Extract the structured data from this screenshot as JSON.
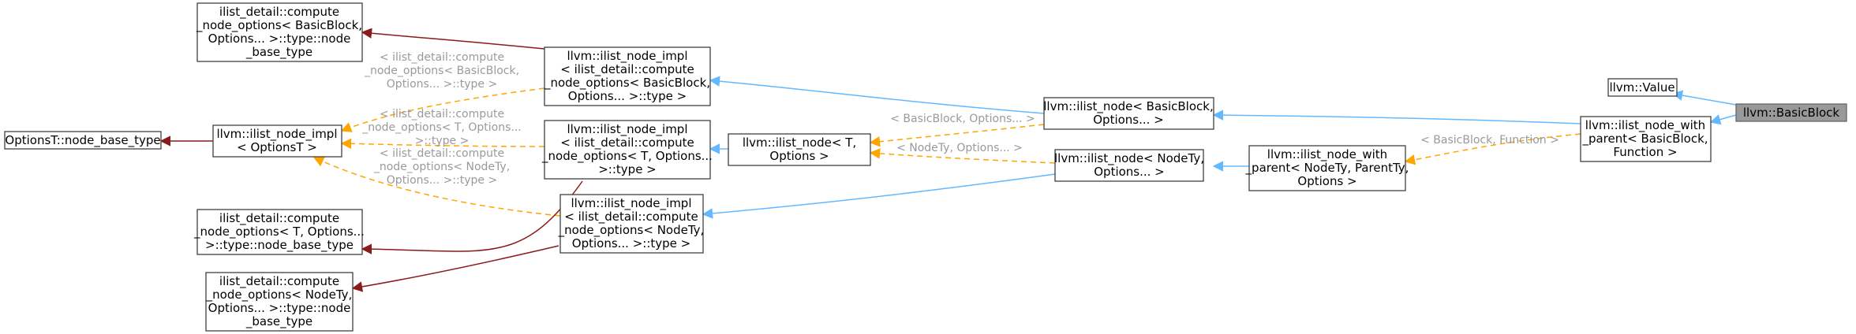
{
  "nodes": {
    "basic_block": [
      "llvm::BasicBlock"
    ],
    "value": [
      "llvm::Value"
    ],
    "with_parent_bb": [
      "llvm::ilist_node_with",
      "_parent< BasicBlock,",
      "Function >"
    ],
    "ilist_node_bb": [
      "llvm::ilist_node< BasicBlock,",
      "Options... >"
    ],
    "with_parent_generic": [
      "llvm::ilist_node_with",
      "_parent< NodeTy, ParentTy,",
      "Options >"
    ],
    "ilist_node_nodety": [
      "llvm::ilist_node< NodeTy,",
      "Options... >"
    ],
    "ilist_node_t": [
      "llvm::ilist_node< T,",
      "Options >"
    ],
    "impl_bb": [
      "llvm::ilist_node_impl",
      "< ilist_detail::compute",
      "_node_options< BasicBlock,",
      "Options... >::type >"
    ],
    "impl_t": [
      "llvm::ilist_node_impl",
      "< ilist_detail::compute",
      "_node_options< T, Options...",
      ">::type >"
    ],
    "impl_nodety": [
      "llvm::ilist_node_impl",
      "< ilist_detail::compute",
      "_node_options< NodeTy,",
      "Options... >::type >"
    ],
    "impl_optionsT": [
      "llvm::ilist_node_impl",
      "< OptionsT >"
    ],
    "optionsT_base": [
      "OptionsT::node_base_type"
    ],
    "detail_bb_base": [
      "ilist_detail::compute",
      "_node_options< BasicBlock,",
      "Options... >::type::node",
      "_base_type"
    ],
    "detail_t_base": [
      "ilist_detail::compute",
      "_node_options< T, Options...",
      ">::type::node_base_type"
    ],
    "detail_nodety_base": [
      "ilist_detail::compute",
      "_node_options< NodeTy,",
      "Options... >::type::node",
      "_base_type"
    ]
  },
  "edge_labels": {
    "bb_function": [
      "< BasicBlock, Function >"
    ],
    "bb_options": [
      "< BasicBlock, Options... >"
    ],
    "nodety_options": [
      "< NodeTy, Options... >"
    ],
    "impl_bb_label": [
      "< ilist_detail::compute",
      "_node_options< BasicBlock,",
      "Options... >::type >"
    ],
    "impl_t_label": [
      "< ilist_detail::compute",
      "_node_options< T, Options...",
      ">::type >"
    ],
    "impl_nodety_label": [
      "< ilist_detail::compute",
      "_node_options< NodeTy,",
      "Options... >::type >"
    ]
  },
  "colors": {
    "inheritance": "#63b8ff",
    "template": "#ffa500",
    "usage": "#8b1a1a",
    "highlight_fill": "#999999"
  }
}
